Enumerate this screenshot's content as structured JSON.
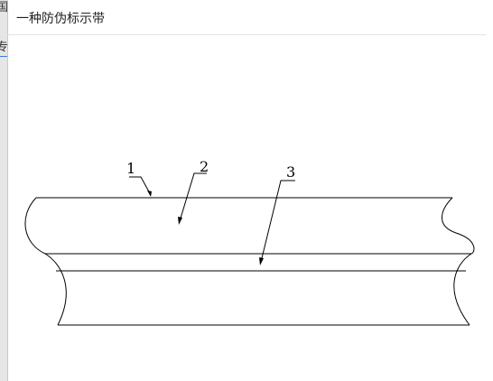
{
  "document": {
    "title": "一种防伪标示带"
  },
  "left_panel": {
    "clipped_chars": [
      "国",
      "专"
    ]
  },
  "figure": {
    "reference_labels": [
      "1",
      "2",
      "3"
    ]
  }
}
